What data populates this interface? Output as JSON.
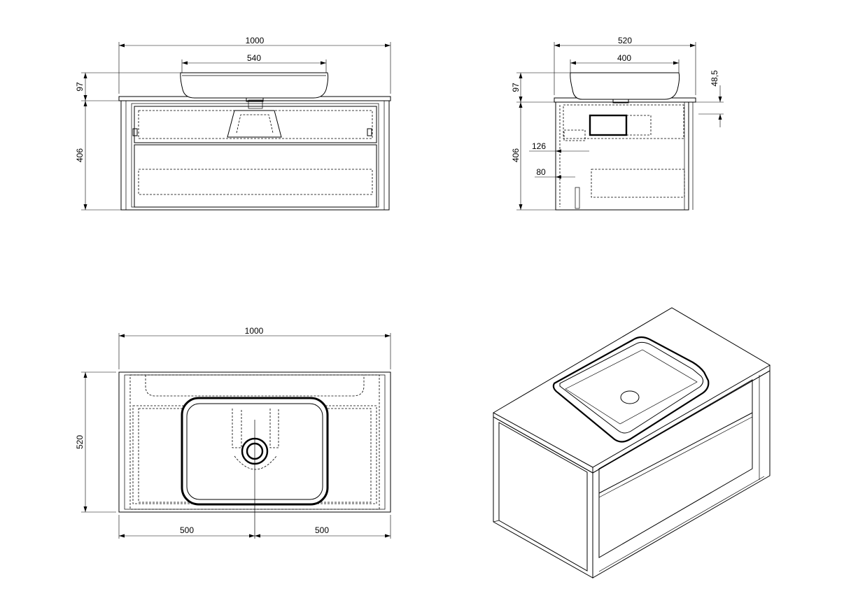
{
  "drawing": {
    "front_view": {
      "width_total": "1000",
      "basin_width": "540",
      "basin_height": "97",
      "cabinet_height": "406"
    },
    "side_view": {
      "depth_total": "520",
      "basin_depth": "400",
      "basin_height": "97",
      "top_thickness": "48,5",
      "cabinet_height": "406",
      "siphon_height": "126",
      "siphon_offset": "80"
    },
    "top_view": {
      "width_total": "1000",
      "depth_total": "520",
      "half_left": "500",
      "half_right": "500"
    }
  }
}
